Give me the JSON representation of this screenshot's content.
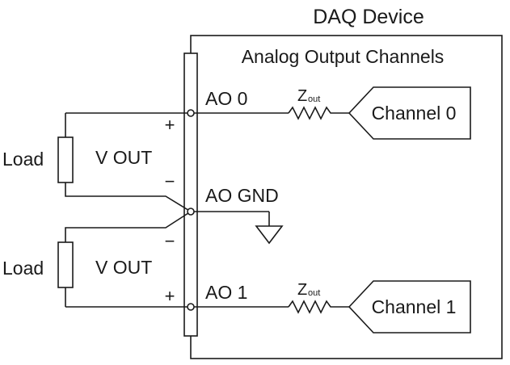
{
  "device": {
    "title": "DAQ Device",
    "section_title": "Analog Output Channels"
  },
  "terminals": {
    "ao0": "AO 0",
    "ao_gnd": "AO GND",
    "ao1": "AO 1"
  },
  "impedance": {
    "symbol": "Z",
    "subscript": "out"
  },
  "channels": [
    "Channel 0",
    "Channel 1"
  ],
  "loads": [
    {
      "load_label": "Load",
      "voltage_label": "V OUT",
      "top_sign": "+",
      "bottom_sign": "−"
    },
    {
      "load_label": "Load",
      "voltage_label": "V OUT",
      "top_sign": "−",
      "bottom_sign": "+"
    }
  ]
}
